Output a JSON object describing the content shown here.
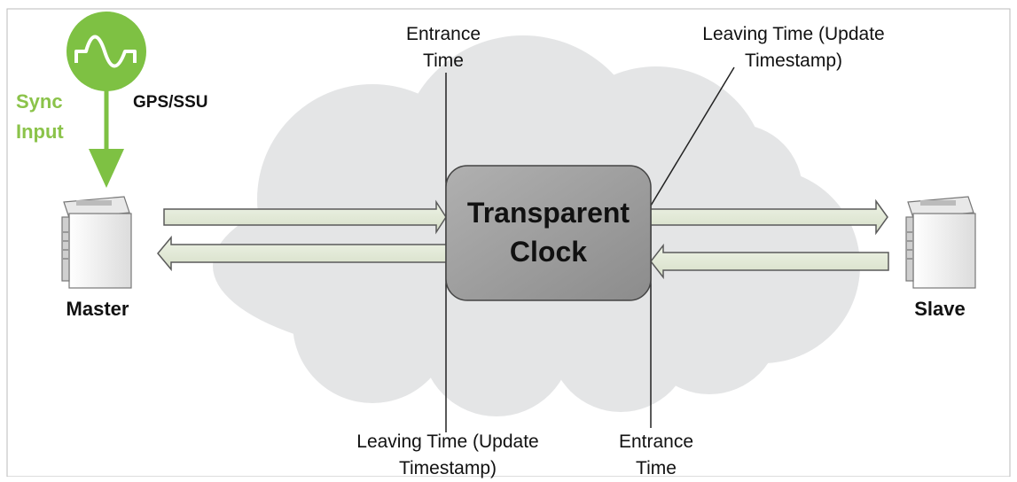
{
  "diagram": {
    "labels": {
      "entrance_top_line1": "Entrance",
      "entrance_top_line2": "Time",
      "leaving_top_line1": "Leaving Time (Update",
      "leaving_top_line2": "Timestamp)",
      "leaving_bottom_line1": "Leaving Time (Update",
      "leaving_bottom_line2": "Timestamp)",
      "entrance_bottom_line1": "Entrance",
      "entrance_bottom_line2": "Time",
      "sync_line1": "Sync",
      "sync_line2": "Input",
      "gps": "GPS/SSU",
      "master": "Master",
      "slave": "Slave",
      "clock_line1": "Transparent",
      "clock_line2": "Clock"
    },
    "colors": {
      "sync_green": "#7ec143",
      "sync_text": "#8bc34a",
      "arrow_fill": "#e2ead6",
      "arrow_stroke": "#5a5a5a",
      "cloud": "#e4e5e6",
      "clock_box": "#9a9a9a",
      "device": "#f2f2f2"
    },
    "icons": [
      "sine-wave-icon",
      "master-device-icon",
      "slave-device-icon"
    ]
  }
}
